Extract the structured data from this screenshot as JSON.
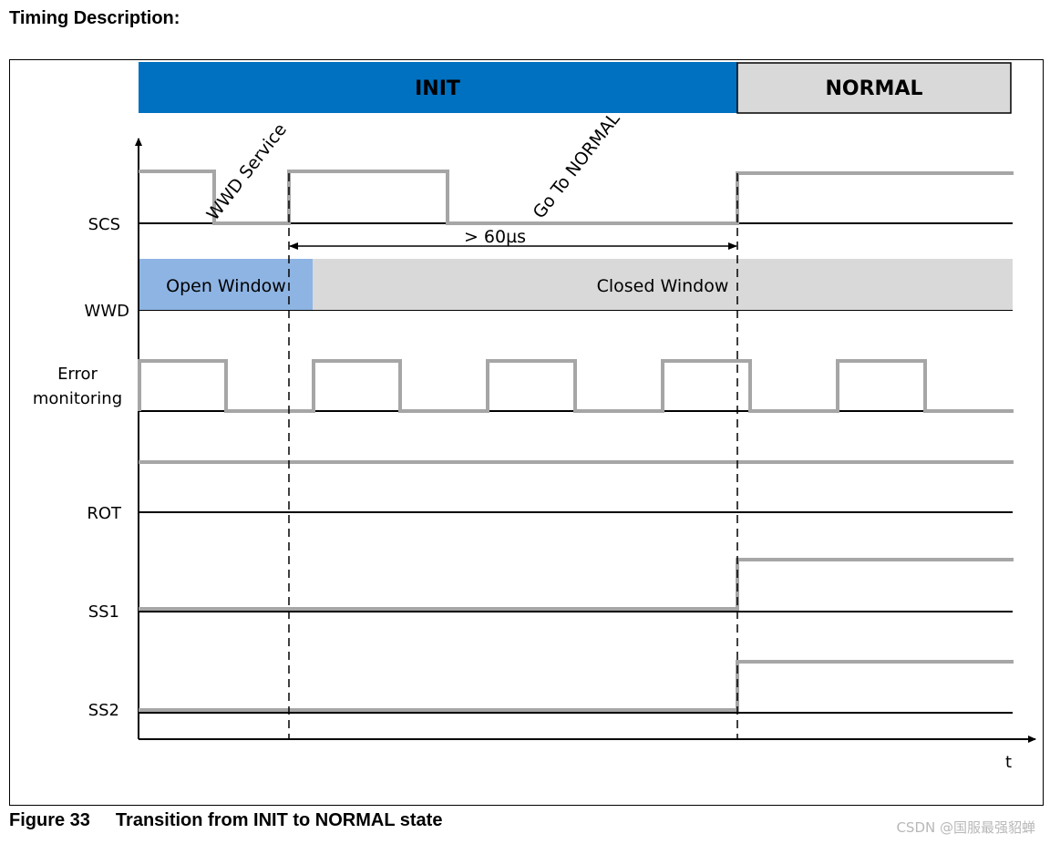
{
  "heading": "Timing Description:",
  "states": {
    "init": "INIT",
    "normal": "NORMAL"
  },
  "colors": {
    "init_bar": "#0070c0",
    "normal_bar": "#d9d9d9",
    "open_window": "#8eb4e3",
    "closed_window": "#d9d9d9",
    "waveform": "#a6a6a6"
  },
  "signals": {
    "scs": "SCS",
    "wwd": "WWD",
    "error_line1": "Error",
    "error_line2": "monitoring",
    "rot": "ROT",
    "ss1": "SS1",
    "ss2": "SS2"
  },
  "annotations": {
    "wwd_service": "WWD Service",
    "go_to_normal": "Go To NORMAL",
    "timing": "> 60µs",
    "open_window": "Open Window",
    "closed_window": "Closed Window"
  },
  "axis": {
    "time": "t"
  },
  "caption": {
    "number": "Figure 33",
    "title": "Transition from INIT to NORMAL state"
  },
  "watermark": "CSDN @国服最强貂蝉"
}
